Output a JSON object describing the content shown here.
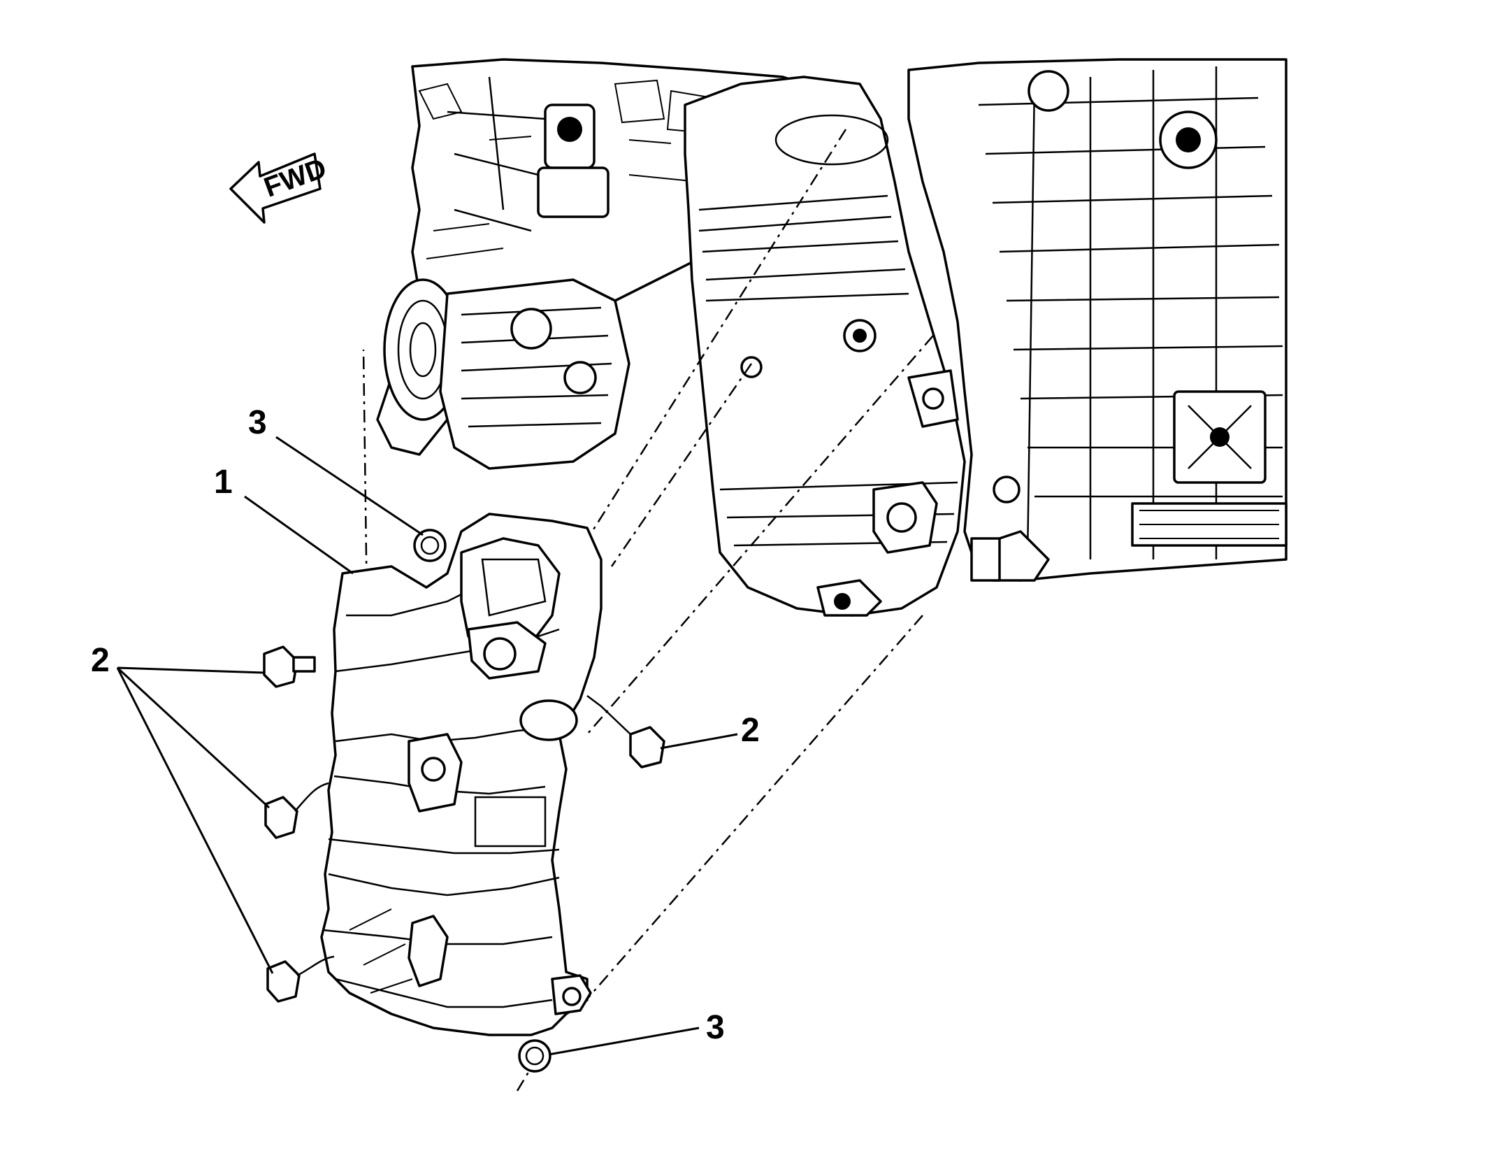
{
  "direction_indicator": {
    "text": "FWD"
  },
  "callouts": [
    {
      "id": "callout-1",
      "label": "1"
    },
    {
      "id": "callout-2-left",
      "label": "2"
    },
    {
      "id": "callout-2-right",
      "label": "2"
    },
    {
      "id": "callout-3-top",
      "label": "3"
    },
    {
      "id": "callout-3-bottom",
      "label": "3"
    }
  ],
  "colors": {
    "line": "#000000",
    "background": "#ffffff"
  }
}
